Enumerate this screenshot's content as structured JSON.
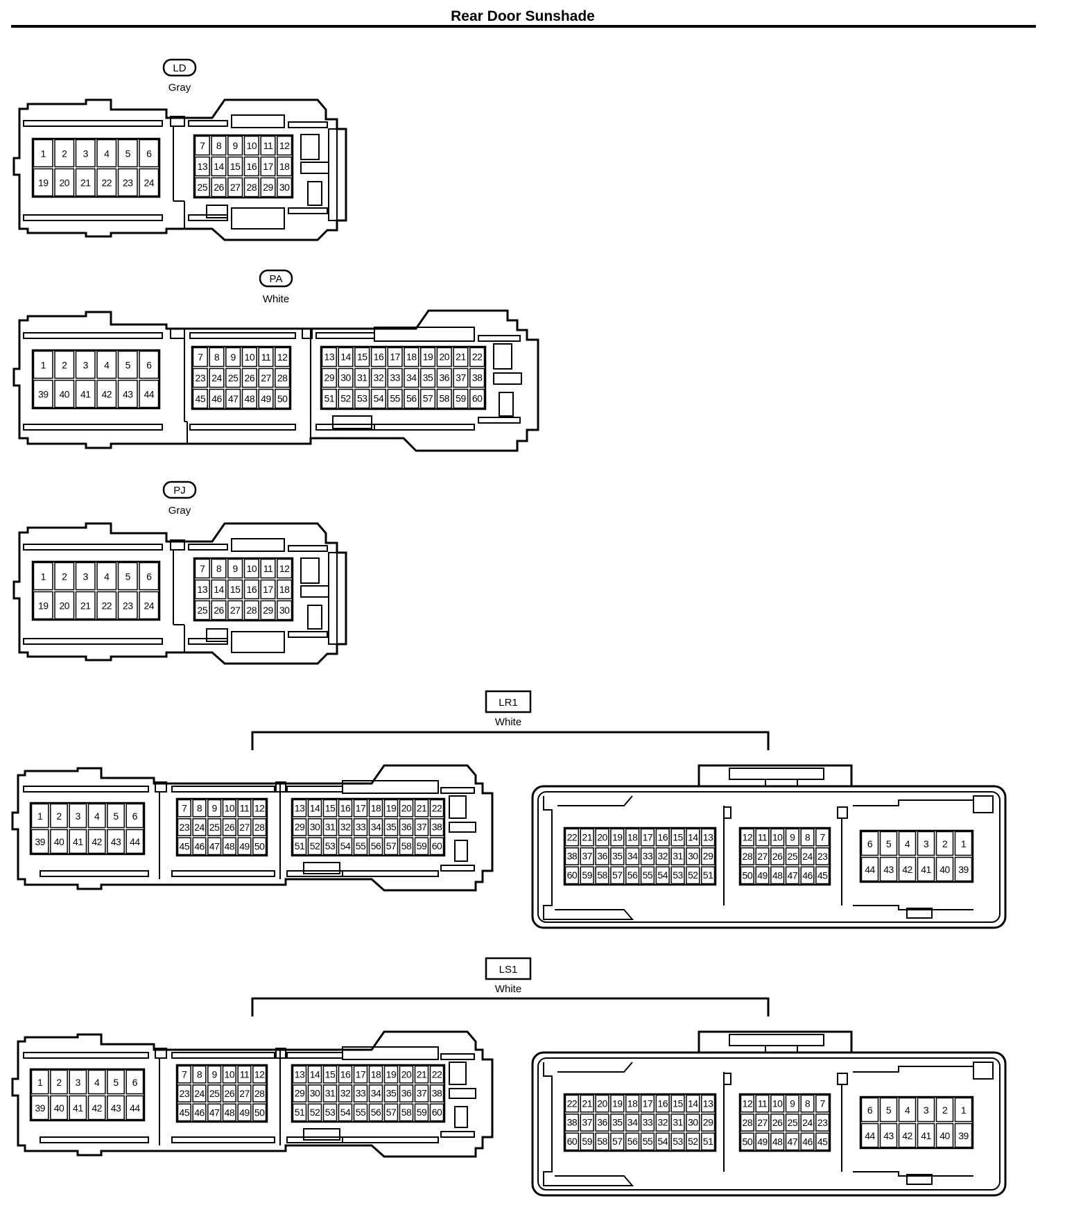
{
  "title": "Rear Door Sunshade",
  "connectors": [
    {
      "id": "LD",
      "color": "Gray",
      "badge_shape": "oval",
      "blocks": [
        [
          [
            "1",
            "2",
            "3",
            "4",
            "5",
            "6"
          ],
          [
            "19",
            "20",
            "21",
            "22",
            "23",
            "24"
          ]
        ],
        [
          [
            "7",
            "8",
            "9",
            "10",
            "11",
            "12"
          ],
          [
            "13",
            "14",
            "15",
            "16",
            "17",
            "18"
          ],
          [
            "25",
            "26",
            "27",
            "28",
            "29",
            "30"
          ]
        ]
      ]
    },
    {
      "id": "PA",
      "color": "White",
      "badge_shape": "oval",
      "blocks": [
        [
          [
            "1",
            "2",
            "3",
            "4",
            "5",
            "6"
          ],
          [
            "39",
            "40",
            "41",
            "42",
            "43",
            "44"
          ]
        ],
        [
          [
            "7",
            "8",
            "9",
            "10",
            "11",
            "12"
          ],
          [
            "23",
            "24",
            "25",
            "26",
            "27",
            "28"
          ],
          [
            "45",
            "46",
            "47",
            "48",
            "49",
            "50"
          ]
        ],
        [
          [
            "13",
            "14",
            "15",
            "16",
            "17",
            "18",
            "19",
            "20",
            "21",
            "22"
          ],
          [
            "29",
            "30",
            "31",
            "32",
            "33",
            "34",
            "35",
            "36",
            "37",
            "38"
          ],
          [
            "51",
            "52",
            "53",
            "54",
            "55",
            "56",
            "57",
            "58",
            "59",
            "60"
          ]
        ]
      ]
    },
    {
      "id": "PJ",
      "color": "Gray",
      "badge_shape": "oval",
      "blocks": [
        [
          [
            "1",
            "2",
            "3",
            "4",
            "5",
            "6"
          ],
          [
            "19",
            "20",
            "21",
            "22",
            "23",
            "24"
          ]
        ],
        [
          [
            "7",
            "8",
            "9",
            "10",
            "11",
            "12"
          ],
          [
            "13",
            "14",
            "15",
            "16",
            "17",
            "18"
          ],
          [
            "25",
            "26",
            "27",
            "28",
            "29",
            "30"
          ]
        ]
      ]
    },
    {
      "id": "LR1",
      "color": "White",
      "badge_shape": "box",
      "left": [
        [
          [
            "1",
            "2",
            "3",
            "4",
            "5",
            "6"
          ],
          [
            "39",
            "40",
            "41",
            "42",
            "43",
            "44"
          ]
        ],
        [
          [
            "7",
            "8",
            "9",
            "10",
            "11",
            "12"
          ],
          [
            "23",
            "24",
            "25",
            "26",
            "27",
            "28"
          ],
          [
            "45",
            "46",
            "47",
            "48",
            "49",
            "50"
          ]
        ],
        [
          [
            "13",
            "14",
            "15",
            "16",
            "17",
            "18",
            "19",
            "20",
            "21",
            "22"
          ],
          [
            "29",
            "30",
            "31",
            "32",
            "33",
            "34",
            "35",
            "36",
            "37",
            "38"
          ],
          [
            "51",
            "52",
            "53",
            "54",
            "55",
            "56",
            "57",
            "58",
            "59",
            "60"
          ]
        ]
      ],
      "right": [
        [
          [
            "22",
            "21",
            "20",
            "19",
            "18",
            "17",
            "16",
            "15",
            "14",
            "13"
          ],
          [
            "38",
            "37",
            "36",
            "35",
            "34",
            "33",
            "32",
            "31",
            "30",
            "29"
          ],
          [
            "60",
            "59",
            "58",
            "57",
            "56",
            "55",
            "54",
            "53",
            "52",
            "51"
          ]
        ],
        [
          [
            "12",
            "11",
            "10",
            "9",
            "8",
            "7"
          ],
          [
            "28",
            "27",
            "26",
            "25",
            "24",
            "23"
          ],
          [
            "50",
            "49",
            "48",
            "47",
            "46",
            "45"
          ]
        ],
        [
          [
            "6",
            "5",
            "4",
            "3",
            "2",
            "1"
          ],
          [
            "44",
            "43",
            "42",
            "41",
            "40",
            "39"
          ]
        ]
      ]
    },
    {
      "id": "LS1",
      "color": "White",
      "badge_shape": "box",
      "left": [
        [
          [
            "1",
            "2",
            "3",
            "4",
            "5",
            "6"
          ],
          [
            "39",
            "40",
            "41",
            "42",
            "43",
            "44"
          ]
        ],
        [
          [
            "7",
            "8",
            "9",
            "10",
            "11",
            "12"
          ],
          [
            "23",
            "24",
            "25",
            "26",
            "27",
            "28"
          ],
          [
            "45",
            "46",
            "47",
            "48",
            "49",
            "50"
          ]
        ],
        [
          [
            "13",
            "14",
            "15",
            "16",
            "17",
            "18",
            "19",
            "20",
            "21",
            "22"
          ],
          [
            "29",
            "30",
            "31",
            "32",
            "33",
            "34",
            "35",
            "36",
            "37",
            "38"
          ],
          [
            "51",
            "52",
            "53",
            "54",
            "55",
            "56",
            "57",
            "58",
            "59",
            "60"
          ]
        ]
      ],
      "right": [
        [
          [
            "22",
            "21",
            "20",
            "19",
            "18",
            "17",
            "16",
            "15",
            "14",
            "13"
          ],
          [
            "38",
            "37",
            "36",
            "35",
            "34",
            "33",
            "32",
            "31",
            "30",
            "29"
          ],
          [
            "60",
            "59",
            "58",
            "57",
            "56",
            "55",
            "54",
            "53",
            "52",
            "51"
          ]
        ],
        [
          [
            "12",
            "11",
            "10",
            "9",
            "8",
            "7"
          ],
          [
            "28",
            "27",
            "26",
            "25",
            "24",
            "23"
          ],
          [
            "50",
            "49",
            "48",
            "47",
            "46",
            "45"
          ]
        ],
        [
          [
            "6",
            "5",
            "4",
            "3",
            "2",
            "1"
          ],
          [
            "44",
            "43",
            "42",
            "41",
            "40",
            "39"
          ]
        ]
      ]
    }
  ]
}
